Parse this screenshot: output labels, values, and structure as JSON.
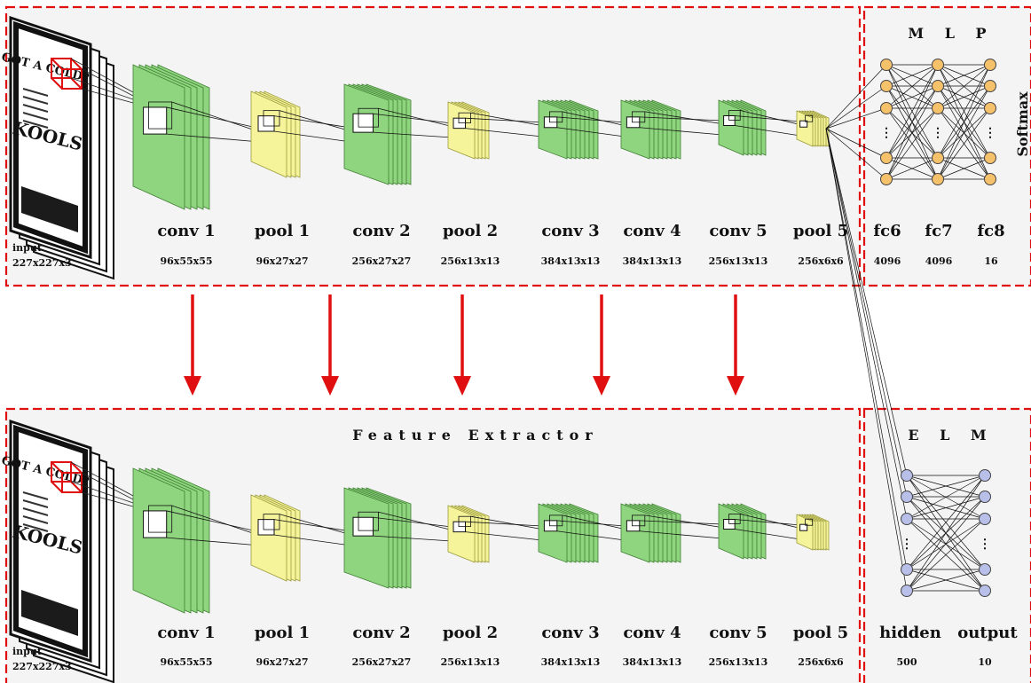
{
  "top": {
    "mlp_title": "M L P",
    "softmax": "Softmax",
    "input": {
      "label": "input",
      "dims": "227x227x3"
    },
    "layers": [
      {
        "label": "conv 1",
        "dims": "96x55x55"
      },
      {
        "label": "pool 1",
        "dims": "96x27x27"
      },
      {
        "label": "conv 2",
        "dims": "256x27x27"
      },
      {
        "label": "pool 2",
        "dims": "256x13x13"
      },
      {
        "label": "conv 3",
        "dims": "384x13x13"
      },
      {
        "label": "conv 4",
        "dims": "384x13x13"
      },
      {
        "label": "conv 5",
        "dims": "256x13x13"
      },
      {
        "label": "pool 5",
        "dims": "256x6x6"
      }
    ],
    "fc": [
      {
        "label": "fc6",
        "dims": "4096"
      },
      {
        "label": "fc7",
        "dims": "4096"
      },
      {
        "label": "fc8",
        "dims": "16"
      }
    ]
  },
  "bottom": {
    "title": "Feature Extractor",
    "elm_title": "E L M",
    "input": {
      "label": "input",
      "dims": "227x227x3"
    },
    "layers": [
      {
        "label": "conv 1",
        "dims": "96x55x55"
      },
      {
        "label": "pool 1",
        "dims": "96x27x27"
      },
      {
        "label": "conv 2",
        "dims": "256x27x27"
      },
      {
        "label": "pool 2",
        "dims": "256x13x13"
      },
      {
        "label": "conv 3",
        "dims": "384x13x13"
      },
      {
        "label": "conv 4",
        "dims": "384x13x13"
      },
      {
        "label": "conv 5",
        "dims": "256x13x13"
      },
      {
        "label": "pool 5",
        "dims": "256x6x6"
      }
    ],
    "elm": [
      {
        "label": "hidden",
        "dims": "500"
      },
      {
        "label": "output",
        "dims": "10"
      }
    ]
  },
  "image_text": [
    "GOT A COLD?",
    "KOOLS"
  ],
  "colors": {
    "conv": "#8fd47e",
    "conv_stroke": "#3f7f33",
    "pool": "#f6f49a",
    "pool_stroke": "#9a9a3a",
    "mlp_node": "#f5c26b",
    "elm_node": "#b8bfe8",
    "frame": "#e01010",
    "panel": "#f4f4f4"
  },
  "icons": [
    "down-arrow-icon",
    "neuron-icon",
    "ellipsis-icon"
  ]
}
